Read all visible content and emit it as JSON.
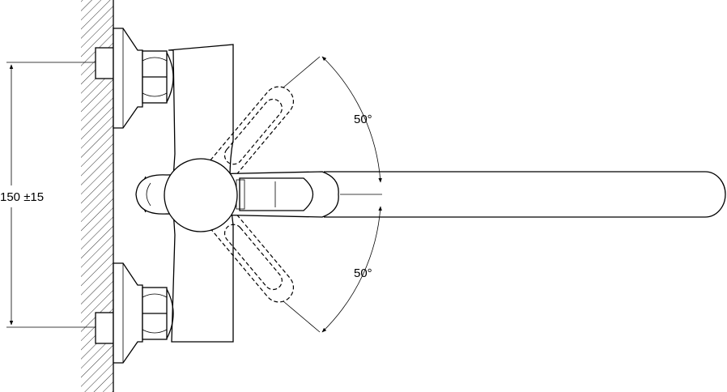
{
  "dimensions": {
    "mount_spacing": "150 ±15",
    "angle_upper": "50°",
    "angle_lower": "50°"
  }
}
